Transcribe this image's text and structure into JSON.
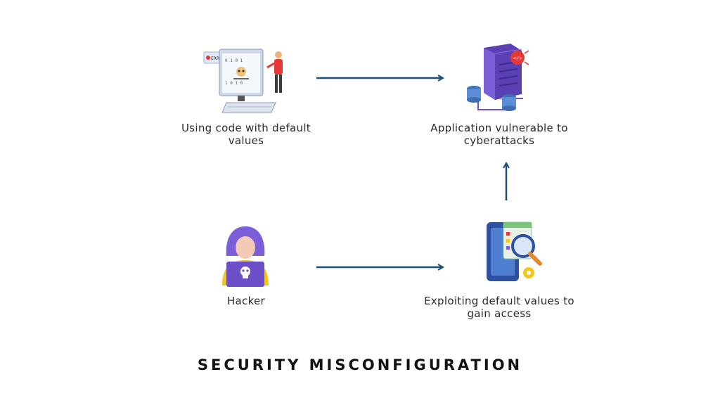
{
  "title": "SECURITY MISCONFIGURATION",
  "nodes": {
    "code": {
      "label": "Using code with default values",
      "icon": "computer-coding-icon",
      "screen_text": "ERROR"
    },
    "app": {
      "label": "Application vulnerable to cyberattacks",
      "icon": "server-bug-icon"
    },
    "hacker": {
      "label": "Hacker",
      "icon": "hacker-icon"
    },
    "exploit": {
      "label": "Exploiting default values to gain access",
      "icon": "magnifier-exploit-icon"
    }
  },
  "edges": [
    {
      "from": "code",
      "to": "app"
    },
    {
      "from": "hacker",
      "to": "exploit"
    },
    {
      "from": "exploit",
      "to": "app"
    }
  ],
  "colors": {
    "arrow": "#1f4e79",
    "purple": "#6b4ec8",
    "yellow": "#f5c518",
    "red": "#e53935",
    "blue": "#3d6fb5"
  }
}
